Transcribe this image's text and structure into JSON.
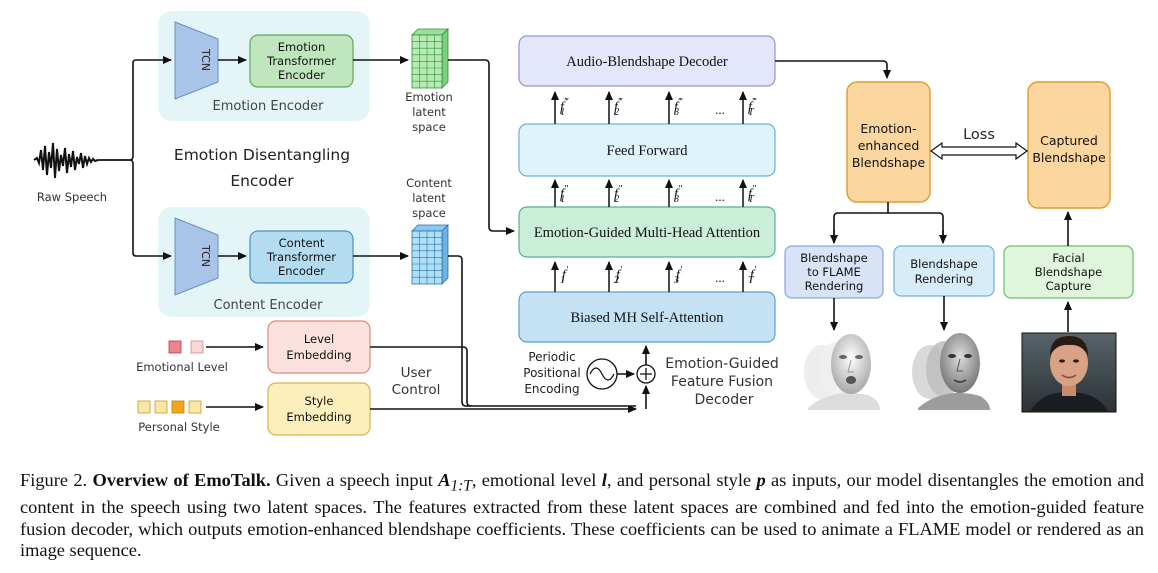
{
  "diagram": {
    "raw_speech": "Raw Speech",
    "tcn": "TCN",
    "emotion_transformer": [
      "Emotion",
      "Transformer",
      "Encoder"
    ],
    "content_transformer": [
      "Content",
      "Transformer",
      "Encoder"
    ],
    "emotion_encoder": "Emotion Encoder",
    "content_encoder": "Content Encoder",
    "disentangling": [
      "Emotion Disentangling",
      "Encoder"
    ],
    "emotion_latent": [
      "Emotion",
      "latent",
      "space"
    ],
    "content_latent": [
      "Content",
      "latent",
      "space"
    ],
    "emotional_level": "Emotional Level",
    "personal_style": "Personal Style",
    "level_embedding": [
      "Level",
      "Embedding"
    ],
    "style_embedding": [
      "Style",
      "Embedding"
    ],
    "user_control": [
      "User",
      "Control"
    ],
    "audio_decoder": "Audio-Blendshape Decoder",
    "feed_forward": "Feed Forward",
    "emotion_attention": "Emotion-Guided Multi-Head Attention",
    "biased_attention": "Biased MH Self-Attention",
    "positional": [
      "Periodic",
      "Positional",
      "Encoding"
    ],
    "fusion_decoder": [
      "Emotion-Guided",
      "Feature Fusion",
      "Decoder"
    ],
    "feature_rows": [
      {
        "marks": "‴",
        "labels": [
          "f",
          "f",
          "f",
          "f"
        ],
        "subs": [
          "1",
          "2",
          "3",
          "T"
        ]
      },
      {
        "marks": "″",
        "labels": [
          "f",
          "f",
          "f",
          "f"
        ],
        "subs": [
          "1",
          "2",
          "3",
          "T"
        ]
      },
      {
        "marks": "′",
        "labels": [
          "f",
          "f",
          "f",
          "f"
        ],
        "subs": [
          "1",
          "2",
          "3",
          "T"
        ]
      }
    ],
    "ellipsis": "...",
    "enhanced_blendshape": [
      "Emotion-",
      "enhanced",
      "Blendshape"
    ],
    "captured_blendshape": [
      "Captured",
      "Blendshape"
    ],
    "loss": "Loss",
    "flame_rendering": [
      "Blendshape",
      "to FLAME",
      "Rendering"
    ],
    "blendshape_rendering": [
      "Blendshape",
      "Rendering"
    ],
    "facial_capture": [
      "Facial",
      "Blendshape",
      "Capture"
    ],
    "colors": {
      "encoder_bg": "#e3f5f6",
      "tcn": "#a8c4e8",
      "green_box": "#bfe6bc",
      "blue_box": "#b4dcf1",
      "orange": "#fbd79f",
      "yellow": "#fcefbc",
      "pink": "#fbe2de",
      "decoder_purple": "#e4e6fb",
      "decoder_light": "#dff3fb",
      "decoder_green": "#cbeed8",
      "decoder_blue": "#c4e2f3"
    }
  },
  "caption": {
    "label": "Figure 2.",
    "title": "Overview of EmoTalk.",
    "p1": "Given a speech input",
    "math_a": "A",
    "math_a_sub": "1:T",
    "p2": ", emotional level",
    "math_l": "l",
    "p3": ", and personal style",
    "math_p": "p",
    "p4": "as inputs, our model disentangles the emotion and content in the speech using two latent spaces. The features extracted from these latent spaces are combined and fed into the emotion-guided feature fusion decoder, which outputs emotion-enhanced blendshape coefficients. These coefficients can be used to animate a FLAME model or rendered as an image sequence."
  }
}
